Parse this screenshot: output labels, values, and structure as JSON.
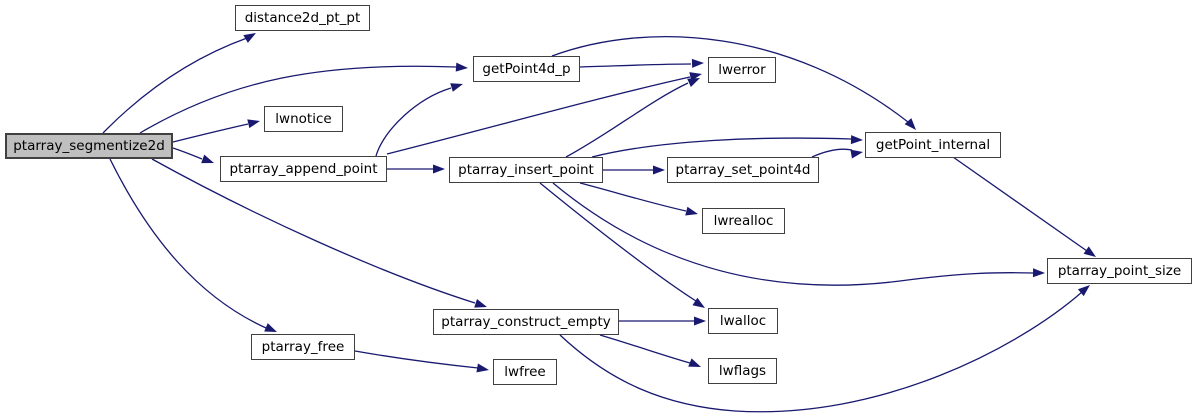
{
  "diagram": {
    "type": "call-graph",
    "root": "ptarray_segmentize2d",
    "colors": {
      "edge": "#191970",
      "node_fill": "#ffffff",
      "node_border": "#404040",
      "root_fill": "#bfbfbf",
      "text": "#000000",
      "bg": "#ffffff"
    },
    "nodes": [
      {
        "id": "seg",
        "label": "ptarray_segmentize2d",
        "highlighted": true
      },
      {
        "id": "dist",
        "label": "distance2d_pt_pt"
      },
      {
        "id": "notice",
        "label": "lwnotice"
      },
      {
        "id": "append",
        "label": "ptarray_append_point"
      },
      {
        "id": "g4d",
        "label": "getPoint4d_p"
      },
      {
        "id": "err",
        "label": "lwerror"
      },
      {
        "id": "insert",
        "label": "ptarray_insert_point"
      },
      {
        "id": "setp4d",
        "label": "ptarray_set_point4d"
      },
      {
        "id": "gint",
        "label": "getPoint_internal"
      },
      {
        "id": "realloc",
        "label": "lwrealloc"
      },
      {
        "id": "psize",
        "label": "ptarray_point_size"
      },
      {
        "id": "cons",
        "label": "ptarray_construct_empty"
      },
      {
        "id": "alloc",
        "label": "lwalloc"
      },
      {
        "id": "free",
        "label": "ptarray_free"
      },
      {
        "id": "lwfree",
        "label": "lwfree"
      },
      {
        "id": "flags",
        "label": "lwflags"
      }
    ],
    "edges": [
      {
        "from": "seg",
        "to": "dist"
      },
      {
        "from": "seg",
        "to": "g4d"
      },
      {
        "from": "seg",
        "to": "notice"
      },
      {
        "from": "seg",
        "to": "append"
      },
      {
        "from": "seg",
        "to": "cons"
      },
      {
        "from": "seg",
        "to": "free"
      },
      {
        "from": "g4d",
        "to": "err"
      },
      {
        "from": "g4d",
        "to": "gint"
      },
      {
        "from": "append",
        "to": "g4d"
      },
      {
        "from": "append",
        "to": "err"
      },
      {
        "from": "append",
        "to": "insert"
      },
      {
        "from": "insert",
        "to": "err"
      },
      {
        "from": "insert",
        "to": "gint"
      },
      {
        "from": "insert",
        "to": "setp4d"
      },
      {
        "from": "insert",
        "to": "realloc"
      },
      {
        "from": "insert",
        "to": "alloc"
      },
      {
        "from": "insert",
        "to": "psize"
      },
      {
        "from": "setp4d",
        "to": "gint"
      },
      {
        "from": "gint",
        "to": "psize"
      },
      {
        "from": "cons",
        "to": "alloc"
      },
      {
        "from": "cons",
        "to": "flags"
      },
      {
        "from": "cons",
        "to": "psize"
      },
      {
        "from": "free",
        "to": "lwfree"
      }
    ]
  }
}
